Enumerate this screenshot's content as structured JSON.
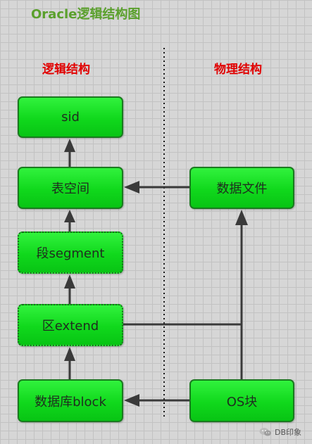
{
  "title": "Oracle逻辑结构图",
  "headings": {
    "logical": "逻辑结构",
    "physical": "物理结构"
  },
  "nodes": {
    "sid": "sid",
    "tablespace": "表空间",
    "segment": "段segment",
    "extend": "区extend",
    "db_block": "数据库block",
    "datafile": "数据文件",
    "os_block": "OS块"
  },
  "watermark": "DB印象",
  "colors": {
    "title": "#5aa02c",
    "heading": "#e10000",
    "box_fill": "#10d81c",
    "box_border": "#1a7a1f",
    "arrow": "#3a3a3a"
  }
}
